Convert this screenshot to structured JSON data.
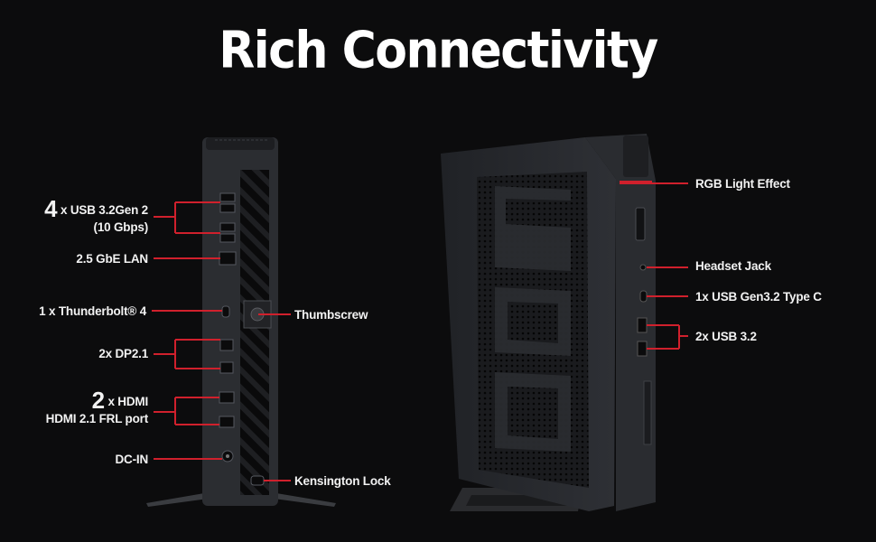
{
  "title": "Rich Connectivity",
  "rear_labels": {
    "usb_count": "4",
    "usb_text": "x USB 3.2Gen 2",
    "usb_speed": "(10 Gbps)",
    "lan": "2.5 GbE LAN",
    "thunderbolt": "1 x Thunderbolt® 4",
    "thumbscrew": "Thumbscrew",
    "dp": "2x DP2.1",
    "hdmi_count": "2",
    "hdmi_text": "x HDMI",
    "hdmi_port": "HDMI 2.1 FRL port",
    "dc_in": "DC-IN",
    "kensington": "Kensington Lock"
  },
  "front_labels": {
    "rgb": "RGB Light Effect",
    "headset": "Headset Jack",
    "usb_c": "1x USB Gen3.2 Type C",
    "usb32": "2x USB 3.2"
  },
  "colors": {
    "background": "#0c0c0d",
    "accent_red": "#d0202c",
    "text": "#f2f2f2",
    "chassis": "#2a2c30"
  }
}
